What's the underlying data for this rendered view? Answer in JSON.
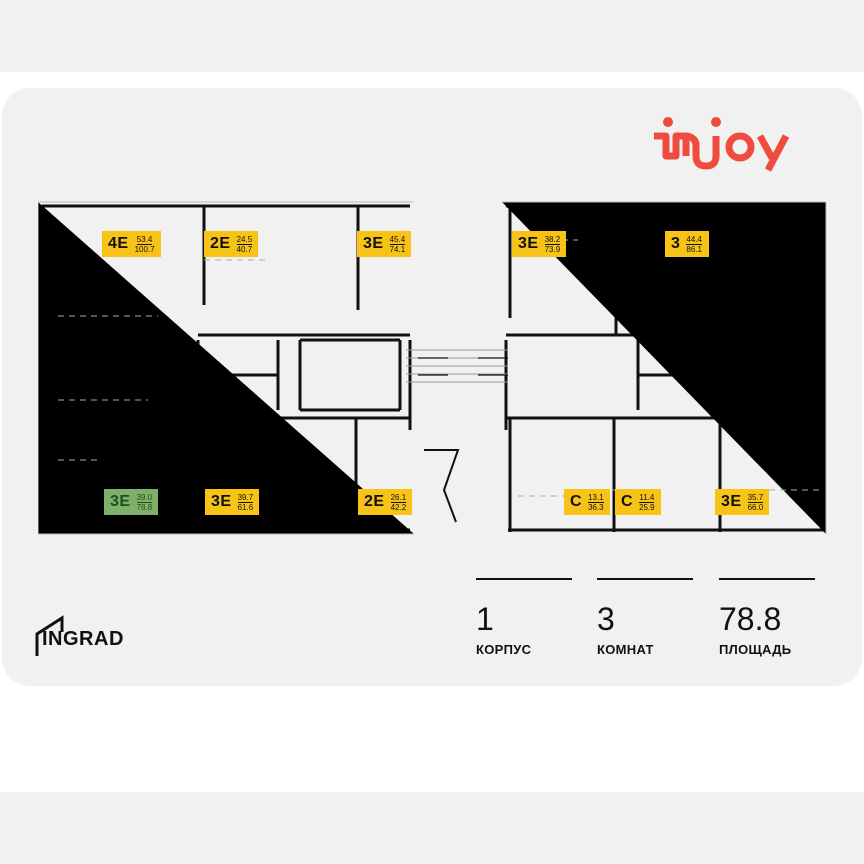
{
  "brand": {
    "logo_text": "injoy",
    "logo_color": "#ef4b3f",
    "developer_logo_text": "INGRAD"
  },
  "colors": {
    "background": "#f1f1f1",
    "badge": "#f7c317",
    "selected_badge": "#7fb069",
    "selected_area": "#7ec8ea",
    "wall": "#111111"
  },
  "floorplan": {
    "selected_unit": {
      "type": "3E",
      "living_area": "39.0",
      "total_area": "78.8"
    },
    "units": [
      {
        "type": "4E",
        "living_area": "53.4",
        "total_area": "100.7",
        "selected": false
      },
      {
        "type": "2E",
        "living_area": "24.5",
        "total_area": "40.7",
        "selected": false
      },
      {
        "type": "3E",
        "living_area": "45.4",
        "total_area": "74.1",
        "selected": false
      },
      {
        "type": "3E",
        "living_area": "38.2",
        "total_area": "73.9",
        "selected": false
      },
      {
        "type": "3",
        "living_area": "44.4",
        "total_area": "86.1",
        "selected": false
      },
      {
        "type": "3E",
        "living_area": "39.0",
        "total_area": "78.8",
        "selected": true
      },
      {
        "type": "3E",
        "living_area": "39.7",
        "total_area": "61.6",
        "selected": false
      },
      {
        "type": "2E",
        "living_area": "26.1",
        "total_area": "42.2",
        "selected": false
      },
      {
        "type": "C",
        "living_area": "13.1",
        "total_area": "36.3",
        "selected": false
      },
      {
        "type": "C",
        "living_area": "11.4",
        "total_area": "25.9",
        "selected": false
      },
      {
        "type": "3E",
        "living_area": "35.7",
        "total_area": "66.0",
        "selected": false
      }
    ]
  },
  "stats": [
    {
      "value": "1",
      "label": "КОРПУС"
    },
    {
      "value": "3",
      "label": "КОМНАТ"
    },
    {
      "value": "78.8",
      "label": "ПЛОЩАДЬ"
    }
  ]
}
